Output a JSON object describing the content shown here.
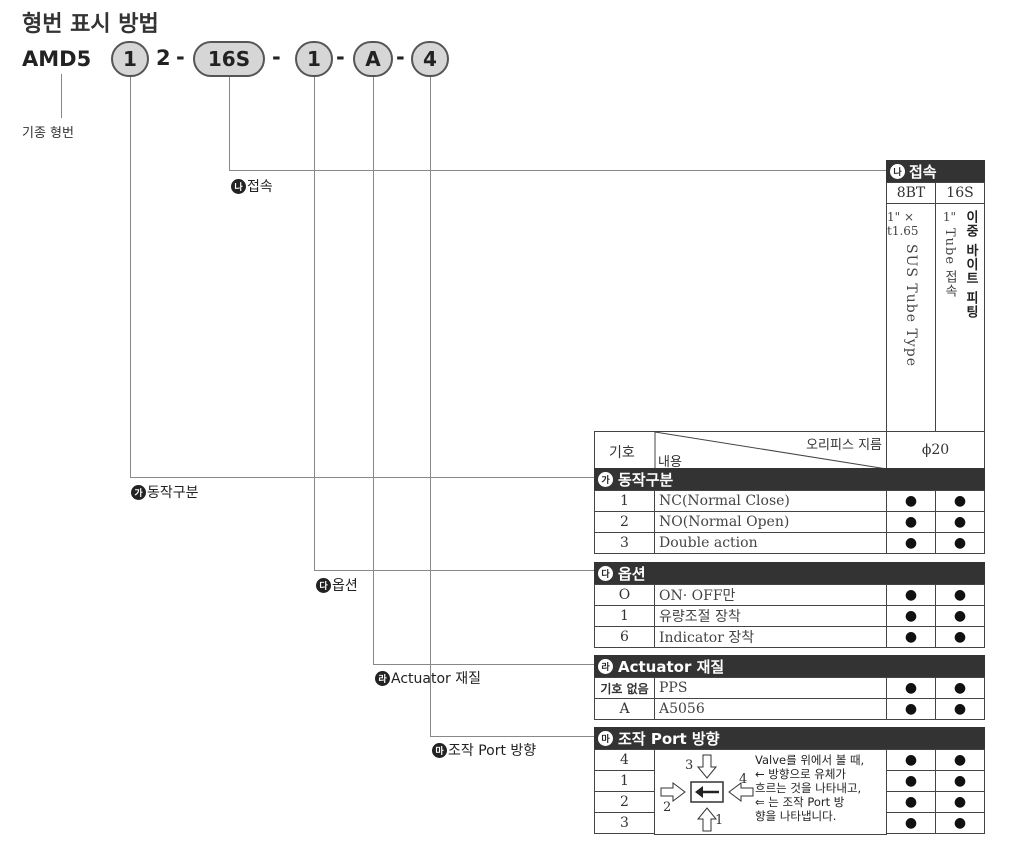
{
  "title": "형번 표시 방법",
  "model": {
    "prefix": "AMD5",
    "parts": [
      "1",
      "2",
      "16S",
      "1",
      "A",
      "4"
    ],
    "separator": "-",
    "base_caption": "기종 형번"
  },
  "labels": {
    "connection": {
      "badge": "나",
      "text": "접속"
    },
    "action": {
      "badge": "가",
      "text": "동작구분"
    },
    "option": {
      "badge": "다",
      "text": "옵션"
    },
    "actuator": {
      "badge": "라",
      "text": "Actuator 재질"
    },
    "port": {
      "badge": "마",
      "text": "조작 Port 방향"
    }
  },
  "table": {
    "connection_header": "접속",
    "connection_cols": [
      "8BT",
      "16S"
    ],
    "connection_desc": {
      "col1_top": "1\" × t1.65",
      "col1_text": "SUS Tube Type",
      "col2_top": "1\"",
      "col2_text": "Tube 접속",
      "col2_side": "이중 바이트 피팅"
    },
    "head": {
      "code": "기호",
      "desc": "내용",
      "orifice": "오리피스 지름",
      "phi": "ϕ20"
    },
    "sections": {
      "action": {
        "badge": "가",
        "title": "동작구분",
        "rows": [
          {
            "code": "1",
            "desc": "NC(Normal Close)",
            "v1": "●",
            "v2": "●"
          },
          {
            "code": "2",
            "desc": "NO(Normal Open)",
            "v1": "●",
            "v2": "●"
          },
          {
            "code": "3",
            "desc": "Double action",
            "v1": "●",
            "v2": "●"
          }
        ]
      },
      "option": {
        "badge": "다",
        "title": "옵션",
        "rows": [
          {
            "code": "O",
            "desc": "ON· OFF만",
            "v1": "●",
            "v2": "●"
          },
          {
            "code": "1",
            "desc": "유량조절 장착",
            "v1": "●",
            "v2": "●"
          },
          {
            "code": "6",
            "desc": "Indicator 장착",
            "v1": "●",
            "v2": "●"
          }
        ]
      },
      "actuator": {
        "badge": "라",
        "title": "Actuator 재질",
        "rows": [
          {
            "code": "기호 없음",
            "desc": "PPS",
            "v1": "●",
            "v2": "●"
          },
          {
            "code": "A",
            "desc": "A5056",
            "v1": "●",
            "v2": "●"
          }
        ]
      },
      "port": {
        "badge": "마",
        "title": "조작 Port 방향",
        "rows": [
          {
            "code": "4",
            "v1": "●",
            "v2": "●"
          },
          {
            "code": "1",
            "v1": "●",
            "v2": "●"
          },
          {
            "code": "2",
            "v1": "●",
            "v2": "●"
          },
          {
            "code": "3",
            "v1": "●",
            "v2": "●"
          }
        ],
        "diagram_numbers": [
          "3",
          "4",
          "2",
          "1"
        ],
        "note_lines": [
          "Valve를 위에서 볼 때,",
          "← 방향으로 유체가",
          "흐르는 것을 나타내고,",
          "⇐ 는 조작 Port 방",
          "향을 나타냅니다."
        ]
      }
    }
  }
}
